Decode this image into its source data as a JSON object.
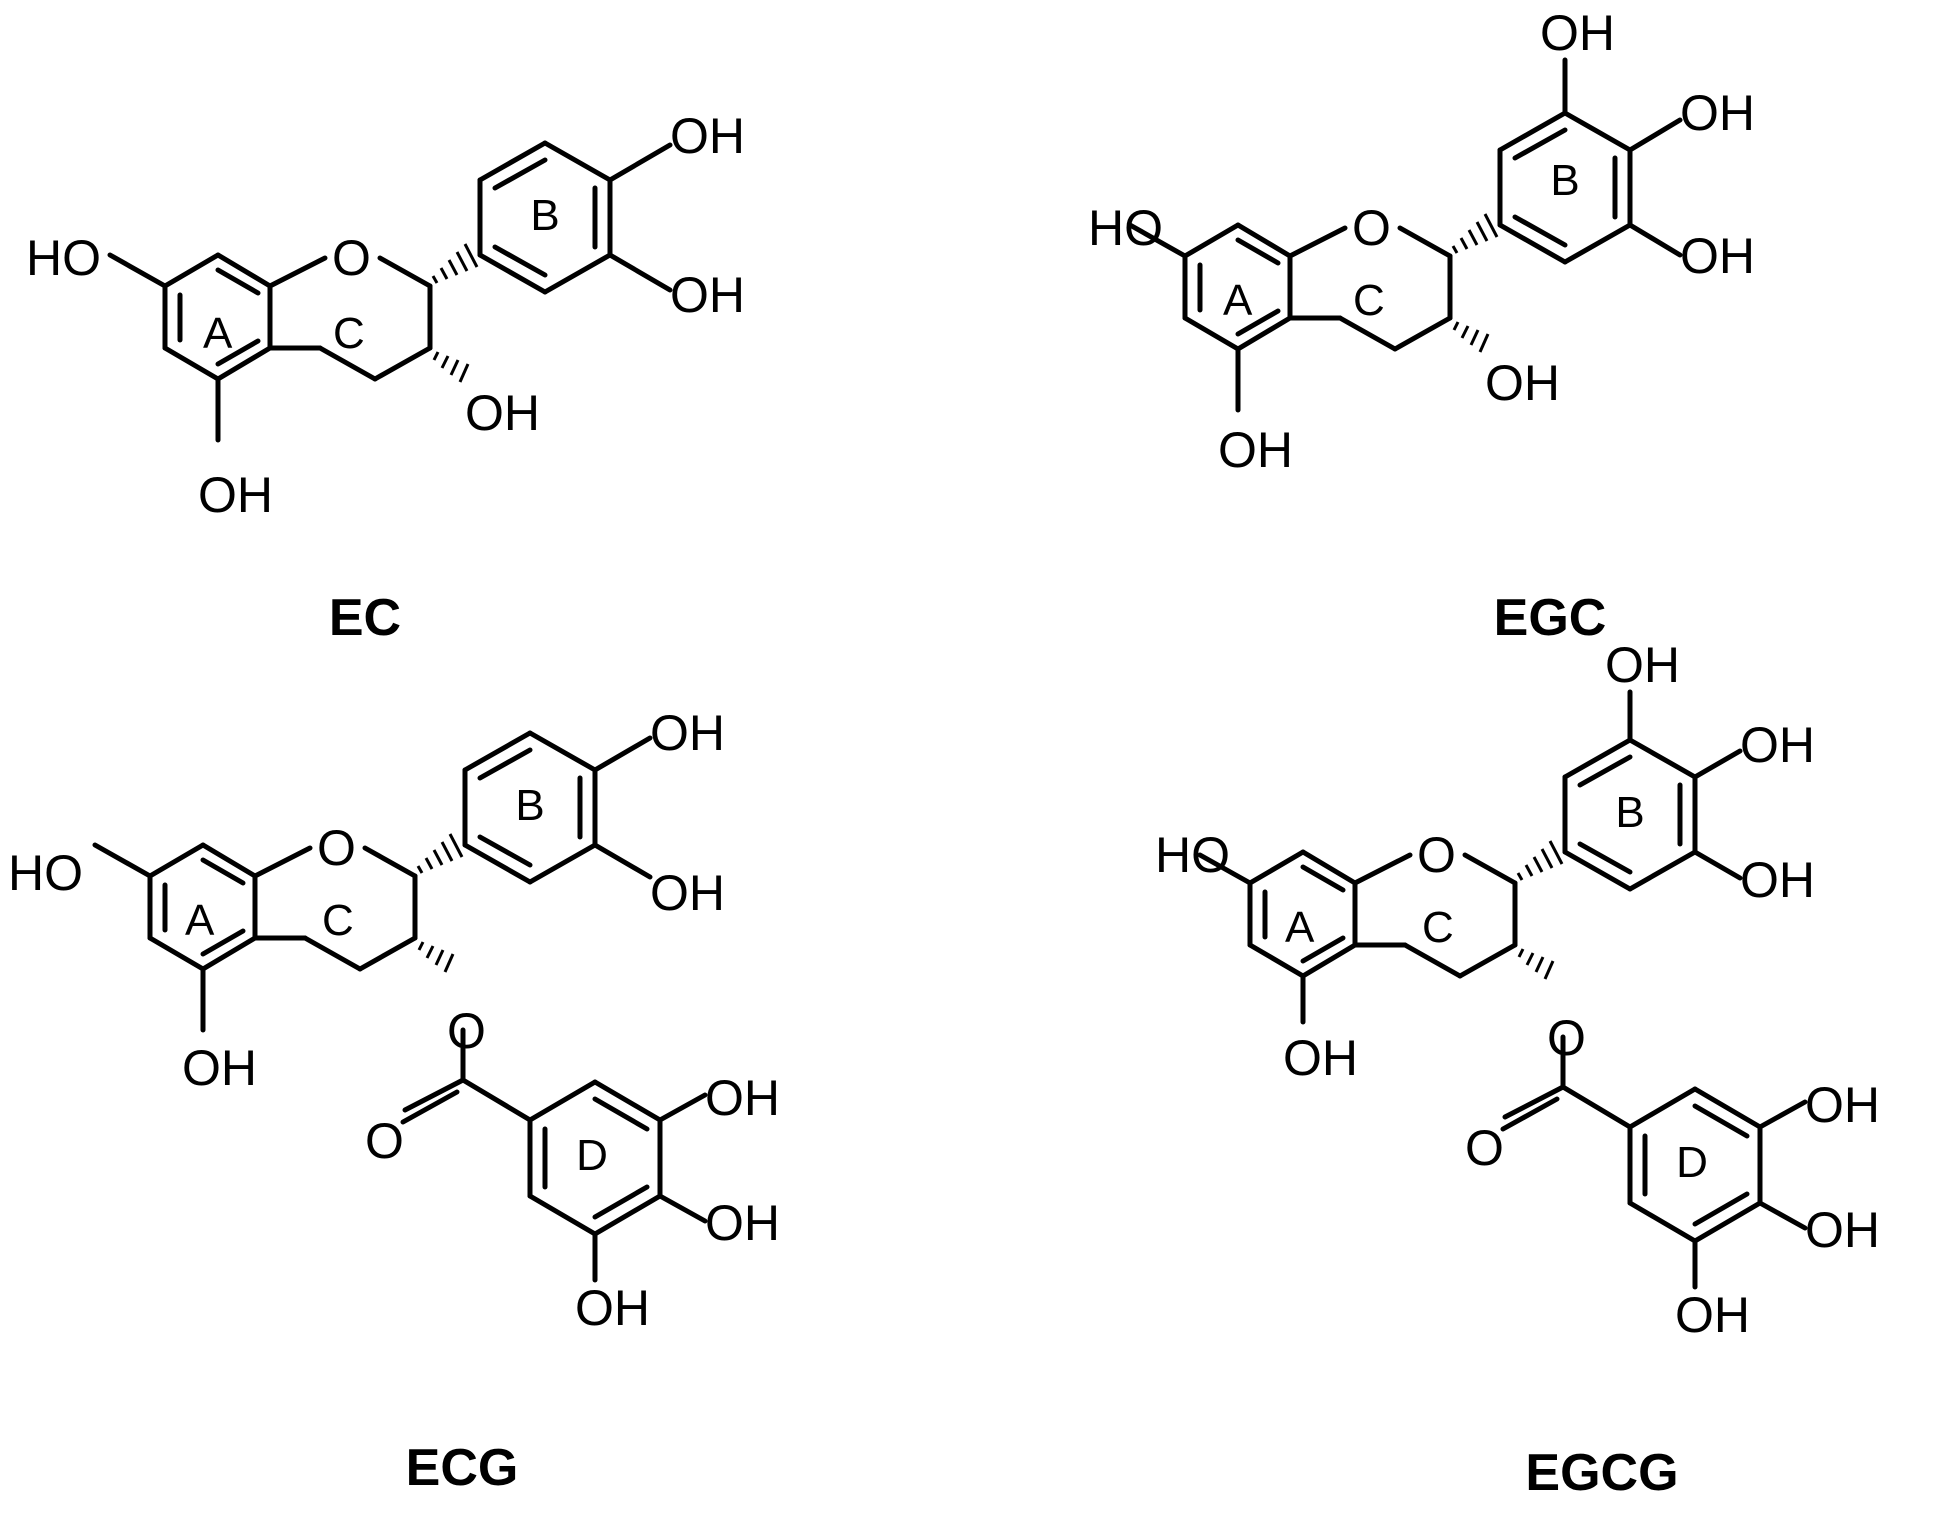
{
  "molecules": [
    {
      "name": "EC",
      "labels": {
        "ho": "HO",
        "o_ring": "O",
        "oh_b_top": "OH",
        "oh_b_bot": "OH",
        "oh_c": "OH",
        "oh_a": "OH"
      },
      "rings": {
        "a": "A",
        "b": "B",
        "c": "C"
      }
    },
    {
      "name": "EGC",
      "labels": {
        "ho": "HO",
        "o_ring": "O",
        "oh_b_1": "OH",
        "oh_b_2": "OH",
        "oh_b_3": "OH",
        "oh_c": "OH",
        "oh_a": "OH"
      },
      "rings": {
        "a": "A",
        "b": "B",
        "c": "C"
      }
    },
    {
      "name": "ECG",
      "labels": {
        "ho": "HO",
        "o_ring": "O",
        "oh_b_top": "OH",
        "oh_b_bot": "OH",
        "oh_a": "OH",
        "o_ester": "O",
        "o_carbonyl": "O",
        "oh_d_1": "OH",
        "oh_d_2": "OH",
        "oh_d_3": "OH"
      },
      "rings": {
        "a": "A",
        "b": "B",
        "c": "C",
        "d": "D"
      }
    },
    {
      "name": "EGCG",
      "labels": {
        "ho": "HO",
        "o_ring": "O",
        "oh_b_1": "OH",
        "oh_b_2": "OH",
        "oh_b_3": "OH",
        "oh_a": "OH",
        "o_ester": "O",
        "o_carbonyl": "O",
        "oh_d_1": "OH",
        "oh_d_2": "OH",
        "oh_d_3": "OH"
      },
      "rings": {
        "a": "A",
        "b": "B",
        "c": "C",
        "d": "D"
      }
    }
  ]
}
